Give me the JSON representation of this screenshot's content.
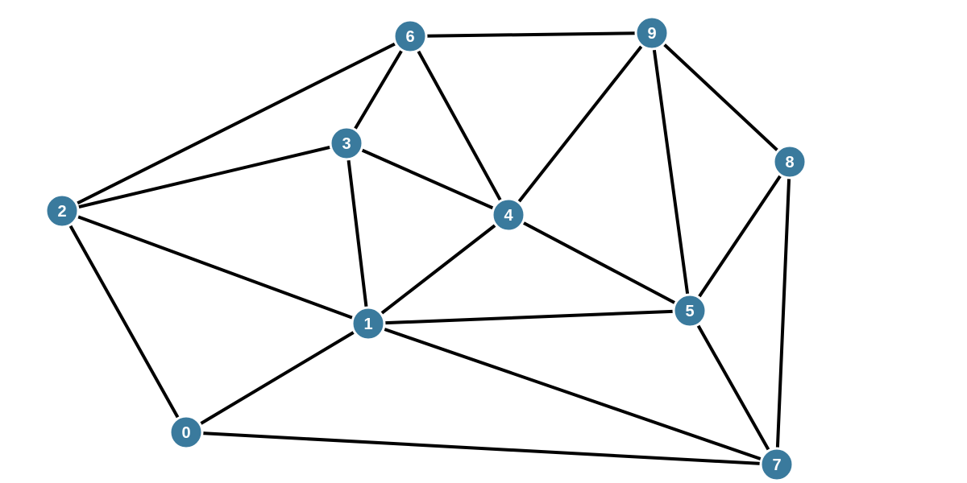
{
  "graph": {
    "node_color": "#3a7a9d",
    "edge_color": "#000000",
    "nodes": [
      {
        "id": "0",
        "label": "0"
      },
      {
        "id": "1",
        "label": "1"
      },
      {
        "id": "2",
        "label": "2"
      },
      {
        "id": "3",
        "label": "3"
      },
      {
        "id": "4",
        "label": "4"
      },
      {
        "id": "5",
        "label": "5"
      },
      {
        "id": "6",
        "label": "6"
      },
      {
        "id": "7",
        "label": "7"
      },
      {
        "id": "8",
        "label": "8"
      },
      {
        "id": "9",
        "label": "9"
      }
    ],
    "edges": [
      [
        "0",
        "2"
      ],
      [
        "0",
        "1"
      ],
      [
        "0",
        "7"
      ],
      [
        "1",
        "2"
      ],
      [
        "1",
        "3"
      ],
      [
        "1",
        "4"
      ],
      [
        "1",
        "5"
      ],
      [
        "1",
        "7"
      ],
      [
        "2",
        "3"
      ],
      [
        "2",
        "6"
      ],
      [
        "3",
        "6"
      ],
      [
        "3",
        "4"
      ],
      [
        "4",
        "6"
      ],
      [
        "4",
        "9"
      ],
      [
        "4",
        "5"
      ],
      [
        "5",
        "9"
      ],
      [
        "5",
        "8"
      ],
      [
        "5",
        "7"
      ],
      [
        "6",
        "9"
      ],
      [
        "7",
        "8"
      ],
      [
        "8",
        "9"
      ]
    ]
  }
}
